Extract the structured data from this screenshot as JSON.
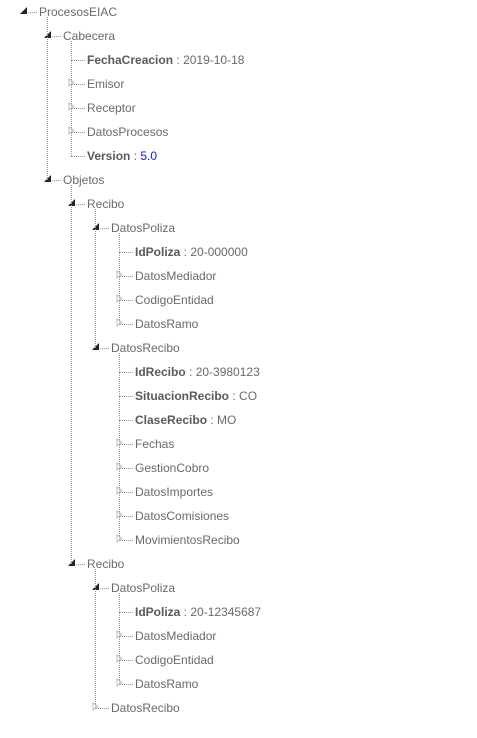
{
  "tree": {
    "label": "ProcesosEIAC",
    "expanded": true,
    "children": [
      {
        "label": "Cabecera",
        "expanded": true,
        "children": [
          {
            "key": "FechaCreacion",
            "value": "2019-10-18"
          },
          {
            "label": "Emisor",
            "expanded": false
          },
          {
            "label": "Receptor",
            "expanded": false
          },
          {
            "label": "DatosProcesos",
            "expanded": false
          },
          {
            "key": "Version",
            "value": "5.0",
            "value_type": "number"
          }
        ]
      },
      {
        "label": "Objetos",
        "expanded": true,
        "children": [
          {
            "label": "Recibo",
            "expanded": true,
            "children": [
              {
                "label": "DatosPoliza",
                "expanded": true,
                "children": [
                  {
                    "key": "IdPoliza",
                    "value": "20-000000"
                  },
                  {
                    "label": "DatosMediador",
                    "expanded": false
                  },
                  {
                    "label": "CodigoEntidad",
                    "expanded": false
                  },
                  {
                    "label": "DatosRamo",
                    "expanded": false
                  }
                ]
              },
              {
                "label": "DatosRecibo",
                "expanded": true,
                "children": [
                  {
                    "key": "IdRecibo",
                    "value": "20-3980123"
                  },
                  {
                    "key": "SituacionRecibo",
                    "value": "CO"
                  },
                  {
                    "key": "ClaseRecibo",
                    "value": "MO"
                  },
                  {
                    "label": "Fechas",
                    "expanded": false
                  },
                  {
                    "label": "GestionCobro",
                    "expanded": false
                  },
                  {
                    "label": "DatosImportes",
                    "expanded": false
                  },
                  {
                    "label": "DatosComisiones",
                    "expanded": false
                  },
                  {
                    "label": "MovimientosRecibo",
                    "expanded": false
                  }
                ]
              }
            ]
          },
          {
            "label": "Recibo",
            "expanded": true,
            "children": [
              {
                "label": "DatosPoliza",
                "expanded": true,
                "children": [
                  {
                    "key": "IdPoliza",
                    "value": "20-12345687"
                  },
                  {
                    "label": "DatosMediador",
                    "expanded": false
                  },
                  {
                    "label": "CodigoEntidad",
                    "expanded": false
                  },
                  {
                    "label": "DatosRamo",
                    "expanded": false
                  }
                ]
              },
              {
                "label": "DatosRecibo",
                "expanded": false
              }
            ]
          }
        ]
      }
    ]
  },
  "separator": " : ",
  "colors": {
    "text": "#6a6a6a",
    "key": "#5a5a5a",
    "number_value": "#1a1acc",
    "connector": "#9a9a9a",
    "expanded_toggle": "#222222",
    "collapsed_toggle": "#bbbbbb"
  }
}
